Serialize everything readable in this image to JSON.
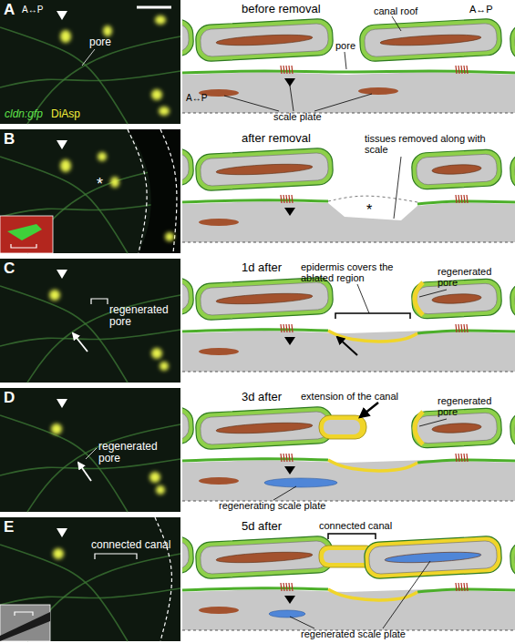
{
  "diagram": {
    "nodes": [
      {
        "text": [
          "A",
          "A↔P",
          "pore",
          "cldn:gfp",
          "DiAsp"
        ]
      },
      {
        "text": [
          "B",
          "*"
        ]
      },
      {
        "text": [
          "C",
          "regenerated pore"
        ]
      },
      {
        "text": [
          "D",
          "regenerated pore"
        ]
      },
      {
        "text": [
          "E",
          "connected canal"
        ]
      }
    ],
    "labels": [
      "before removal",
      "A↔P",
      "canal roof",
      "pore",
      "A↔P",
      "scale plate",
      "after removal",
      "tissues removed along with scale",
      "*",
      "1d after",
      "epidermis covers the ablated region",
      "regenerated pore",
      "3d after",
      "extension of the canal",
      "regenerated pore",
      "regenerating scale plate",
      "5d after",
      "connected canal",
      "regenerated scale plate"
    ]
  }
}
